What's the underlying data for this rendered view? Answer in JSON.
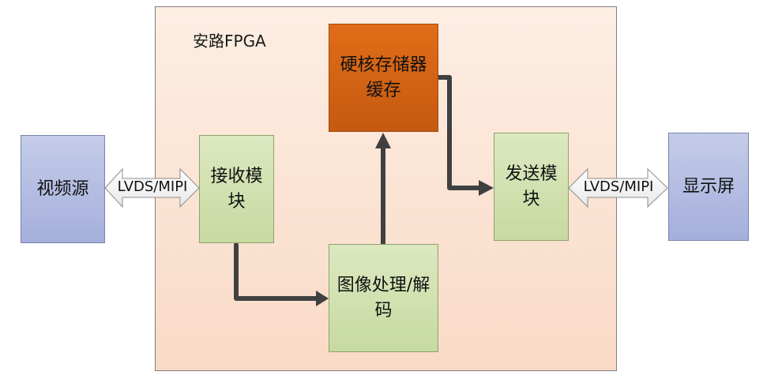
{
  "container": {
    "label": "安路FPGA"
  },
  "blocks": {
    "video_source": "视频源",
    "receiver": "接收模块",
    "memory": "硬核存储器缓存",
    "image_proc": "图像处理/解码",
    "sender": "发送模块",
    "display": "显示屏"
  },
  "interfaces": {
    "input": "LVDS/MIPI",
    "output": "LVDS/MIPI"
  },
  "colors": {
    "source_display_fill": "#a9b3dd",
    "module_fill": "#d0e0ad",
    "memory_fill": "#d4631a",
    "fpga_fill": "#fbe3d4",
    "arrow": "#404040"
  }
}
